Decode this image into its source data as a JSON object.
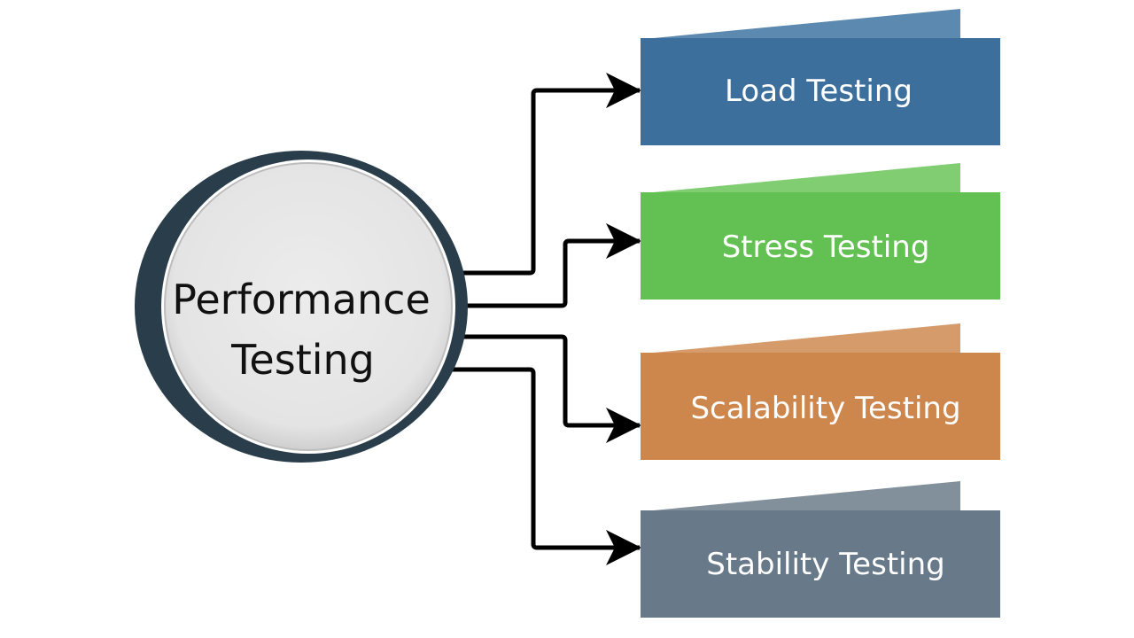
{
  "diagram": {
    "center": {
      "line1": "Performance",
      "line2": "Testing",
      "ring_color": "#2a3d4a",
      "fill_color": "#e6e6e6",
      "text_color": "#111111"
    },
    "branches": [
      {
        "label": "Load Testing",
        "color": "#3d6f9c",
        "flap_color": "#5b89b0"
      },
      {
        "label": "Stress Testing",
        "color": "#63c052",
        "flap_color": "#80cd72"
      },
      {
        "label": "Scalability Testing",
        "color": "#cd874d",
        "flap_color": "#d69b6b"
      },
      {
        "label": "Stability Testing",
        "color": "#687a8a",
        "flap_color": "#82909c"
      }
    ],
    "connector_color": "#000000",
    "label_color": "#ffffff"
  }
}
